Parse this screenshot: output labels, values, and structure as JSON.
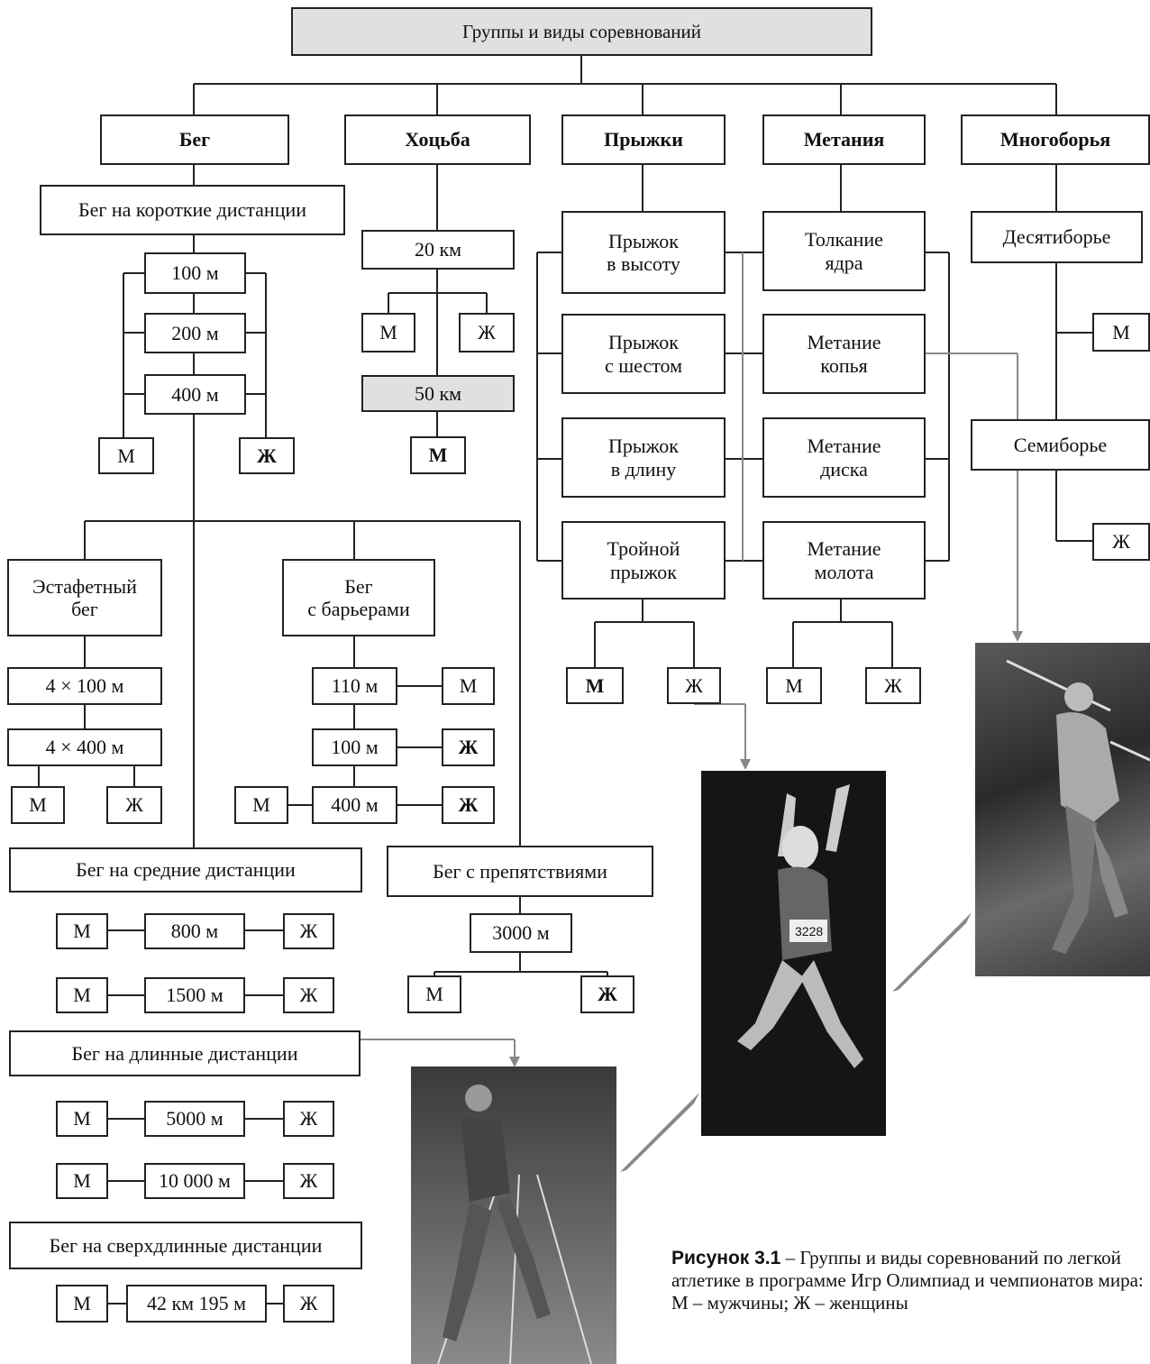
{
  "title": "Группы и виды соревнований",
  "groups": {
    "run": "Бег",
    "walk": "Хоцьба",
    "jumps": "Прыжки",
    "throws": "Метания",
    "multi": "Многоборья"
  },
  "run": {
    "short": "Бег на короткие дистанции",
    "d100": "100 м",
    "d200": "200 м",
    "d400": "400 м",
    "relay": "Эстафетный\nбег",
    "r4x100": "4 × 100 м",
    "r4x400": "4 × 400 м",
    "hurdles": "Бег\nс барьерами",
    "h110": "110 м",
    "h100": "100 м",
    "h400": "400 м",
    "middle": "Бег на средние дистанции",
    "d800": "800 м",
    "d1500": "1500 м",
    "steeple": "Бег с препятствиями",
    "d3000": "3000 м",
    "long": "Бег на длинные дистанции",
    "d5000": "5000 м",
    "d10000": "10 000 м",
    "ultra": "Бег на сверхдлинные дистанции",
    "marathon": "42 км 195 м"
  },
  "walk": {
    "km20": "20 км",
    "km50": "50 км"
  },
  "jumps": {
    "high": "Прыжок\nв высоту",
    "pole": "Прыжок\nс шестом",
    "longj": "Прыжок\nв длину",
    "triple": "Тройной\nпрыжок"
  },
  "throws": {
    "shot": "Толкание\nядра",
    "javelin": "Метание\nкопья",
    "discus": "Метание\nдиска",
    "hammer": "Метание\nмолота"
  },
  "multi": {
    "dec": "Десятиборье",
    "hep": "Семиборье"
  },
  "men": "М",
  "women": "Ж",
  "bib": "3228",
  "caption": {
    "lead": "Рисунок 3.1",
    "text": " – Группы и виды соревнований по легкой атлетике в программе Игр Олимпиад и чемпионатов мира:",
    "legend": "М – мужчины; Ж – женщины"
  }
}
